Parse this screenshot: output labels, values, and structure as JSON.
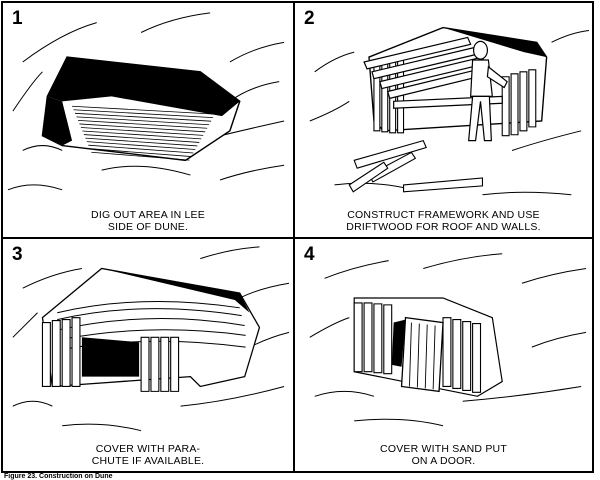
{
  "panels": [
    {
      "number": "1",
      "caption_lines": [
        "DIG OUT AREA IN LEE",
        "SIDE OF DUNE."
      ]
    },
    {
      "number": "2",
      "caption_lines": [
        "CONSTRUCT FRAMEWORK AND USE",
        "DRIFTWOOD FOR ROOF AND WALLS."
      ]
    },
    {
      "number": "3",
      "caption_lines": [
        "COVER WITH PARA-",
        "CHUTE IF AVAILABLE."
      ]
    },
    {
      "number": "4",
      "caption_lines": [
        "COVER WITH SAND PUT",
        "ON A DOOR."
      ]
    }
  ],
  "figure_caption": "Figure 23.  Construction on Dune"
}
